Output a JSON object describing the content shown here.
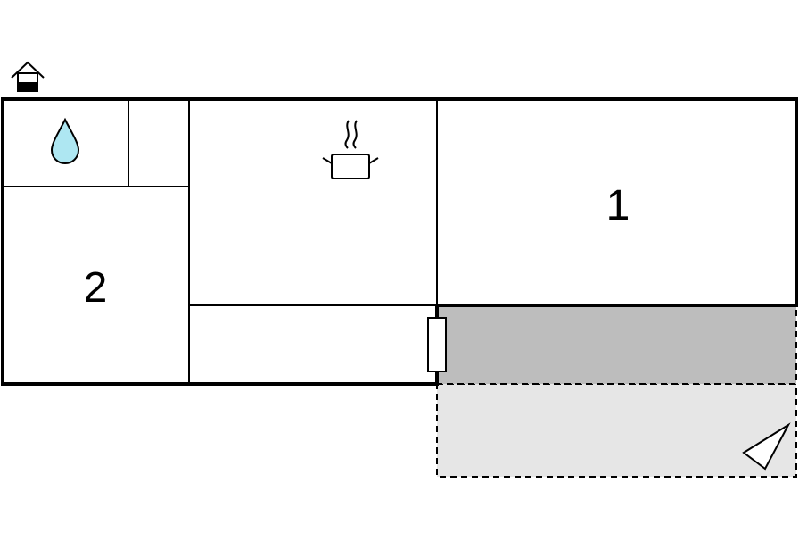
{
  "floorplan": {
    "rooms": [
      {
        "id": "bathroom",
        "icon": "water-drop-icon"
      },
      {
        "id": "closet"
      },
      {
        "id": "kitchen",
        "icon": "cooking-pot-icon"
      },
      {
        "id": "bedroom-1",
        "label": "1"
      },
      {
        "id": "bedroom-2",
        "label": "2"
      },
      {
        "id": "hallway"
      }
    ],
    "entrance_icon": "house-entrance-icon",
    "door": "door",
    "outdoor": {
      "covered_terrace": {
        "color": "#bdbdbd"
      },
      "open_terrace": {
        "color": "#e6e6e6"
      },
      "north_indicator": "north-arrow-icon"
    },
    "colors": {
      "wall": "#000000",
      "water": "#aee7f2",
      "background": "#ffffff"
    }
  }
}
